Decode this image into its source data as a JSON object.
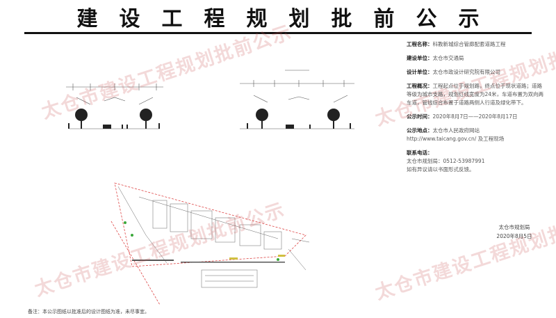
{
  "header": {
    "title": "建设工程规划批前公示"
  },
  "watermark": "太仓市建设工程规划批前公示",
  "info": {
    "project_label": "工程名称：",
    "project_value": "科教新城综合管廊配套道路工程",
    "builder_label": "建设单位：",
    "builder_value": "太仓市交通局",
    "designer_label": "设计单位：",
    "designer_value": "太仓市政设计研究院有限公司",
    "summary_label": "工程概况：",
    "summary_value": "工程起点位于规划路，终点位于现状道路；道路等级为城市支路，规划红线宽度为24米，车道布置为双向两车道，管线综合布置于道路两侧人行道及绿化带下。"
  },
  "notice": {
    "period_label": "公示时间：",
    "period_value": "2020年8月7日——2020年8月17日",
    "location_label": "公示地点：",
    "location_value": "太仓市人民政府网站 http://www.taicang.gov.cn/ 及工程现场"
  },
  "contact": {
    "label": "联系电话：",
    "line1": "太仓市规划局：0512-53987991",
    "line2": "如有异议请以书面形式反馈。"
  },
  "signature": {
    "org": "太仓市规划局",
    "date": "2020年8月5日"
  },
  "footnote": "备注：本公示图纸以批准后的设计图纸为准，未尽事宜。"
}
